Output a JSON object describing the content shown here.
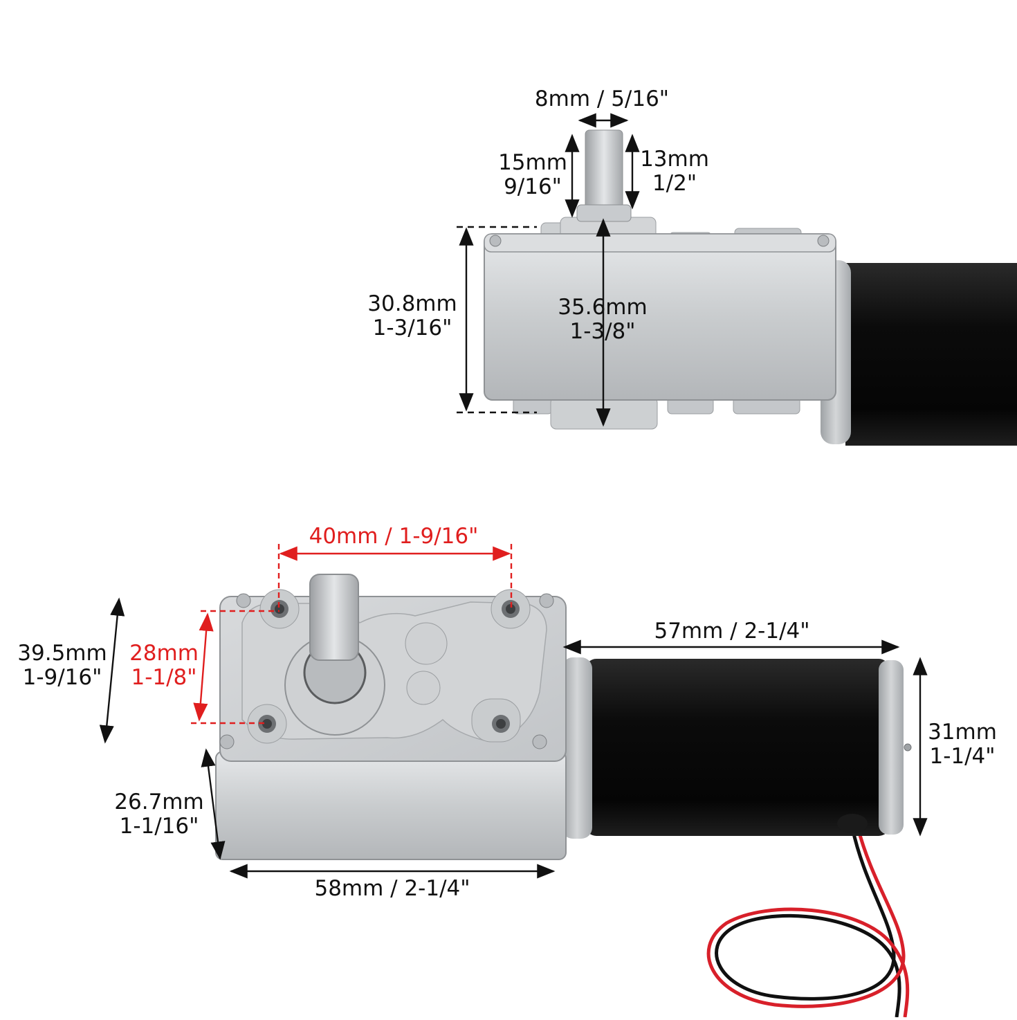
{
  "colors": {
    "dimension_line": "#111111",
    "highlight_dimension": "#e01e1e",
    "gearbox_metal": "#c9ccce",
    "motor_body": "#0b0b0b",
    "wire_red": "#d8202a",
    "wire_black": "#101010"
  },
  "top_view": {
    "shaft_diameter": "8mm / 5/16\"",
    "shaft_length": {
      "mm": "15mm",
      "inch": "9/16\""
    },
    "shaft_flat_length": {
      "mm": "13mm",
      "inch": "1/2\""
    },
    "gearbox_height": {
      "mm": "30.8mm",
      "inch": "1-3/16\""
    },
    "overall_height": {
      "mm": "35.6mm",
      "inch": "1-3/8\""
    }
  },
  "front_view": {
    "mount_hole_spacing_horizontal": "40mm / 1-9/16\"",
    "mount_hole_spacing_vertical": {
      "mm": "28mm",
      "inch": "1-1/8\""
    },
    "gearbox_width": {
      "mm": "39.5mm",
      "inch": "1-9/16\""
    },
    "gearbox_depth": {
      "mm": "26.7mm",
      "inch": "1-1/16\""
    },
    "gearbox_length": "58mm / 2-1/4\"",
    "motor_length": "57mm / 2-1/4\"",
    "motor_diameter": {
      "mm": "31mm",
      "inch": "1-1/4\""
    }
  }
}
